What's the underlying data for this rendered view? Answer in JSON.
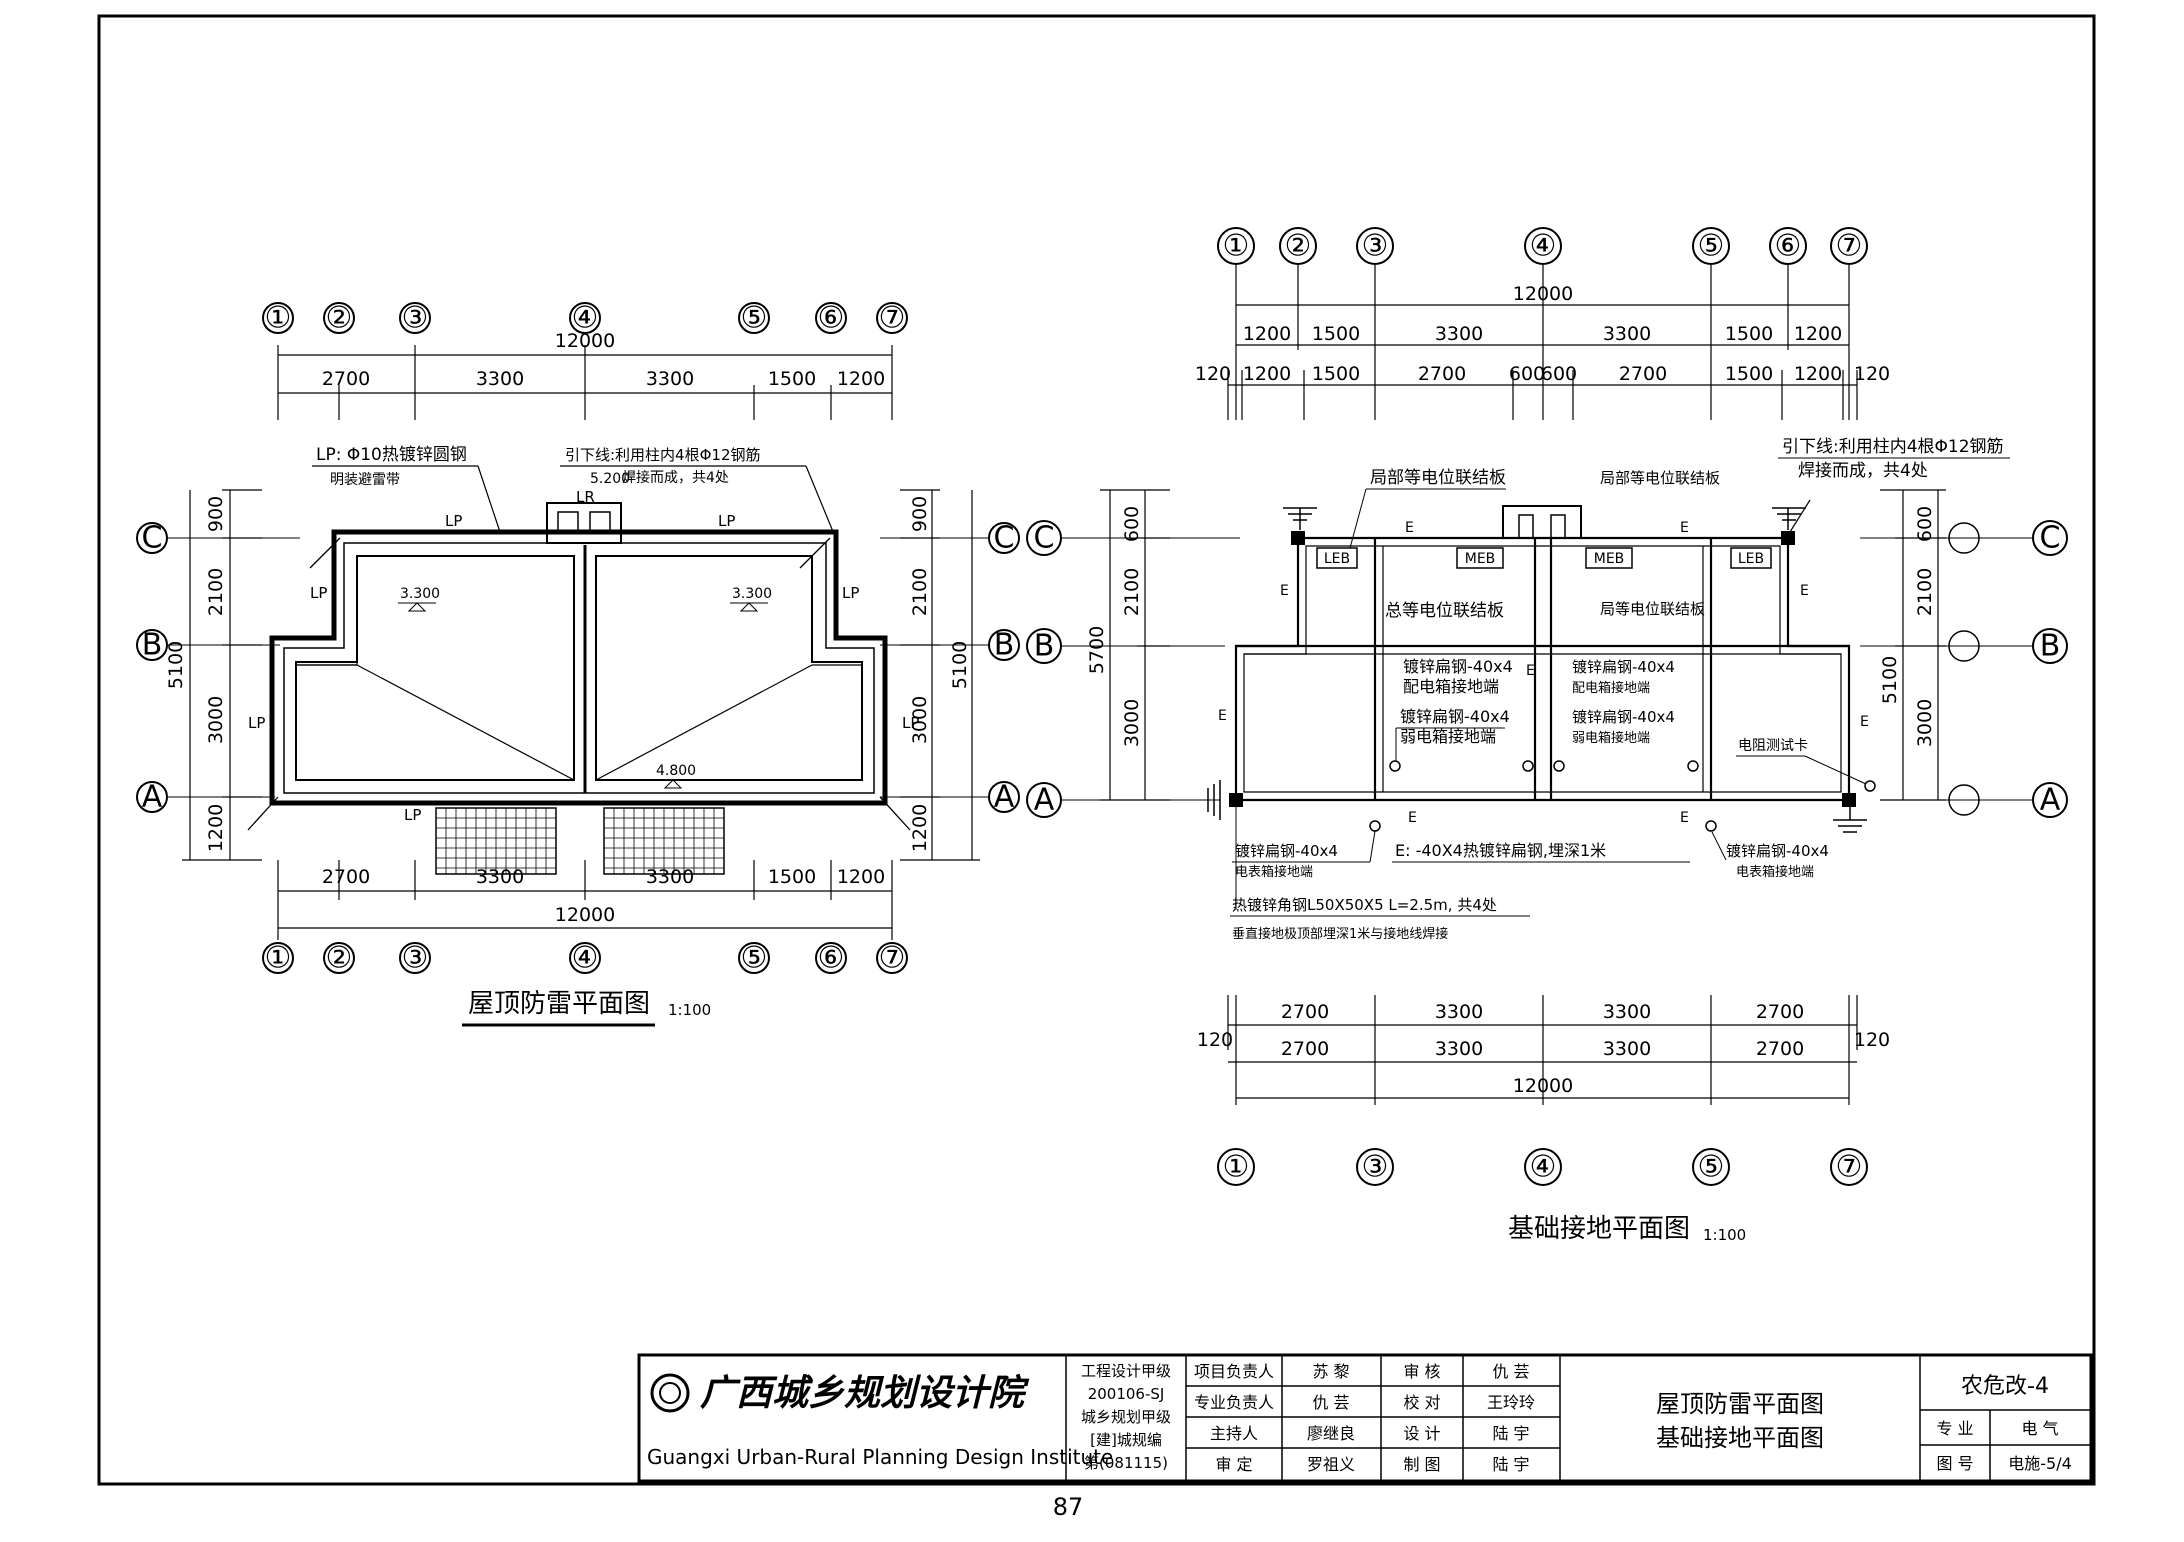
{
  "drawing_1": {
    "title": "屋顶防雷平面图",
    "scale": "1:100",
    "axes_top": [
      "①",
      "②",
      "③",
      "④",
      "⑤",
      "⑥",
      "⑦"
    ],
    "axes_bottom": [
      "①",
      "②",
      "③",
      "④",
      "⑤",
      "⑥",
      "⑦"
    ],
    "axes_rows": [
      "C",
      "B",
      "A"
    ],
    "total_dim": "12000",
    "top_segments": [
      "2700",
      "3300",
      "3300",
      "1500",
      "1200"
    ],
    "bottom_segments": [
      "2700",
      "3300",
      "3300",
      "1500",
      "1200"
    ],
    "left_dims": [
      "900",
      "2100",
      "3000",
      "1200"
    ],
    "left_total": "5100",
    "right_dims": [
      "900",
      "2100",
      "3000",
      "1200"
    ],
    "right_total": "5100",
    "lp_note_1": "LP: Φ10热镀锌圆钢",
    "lp_note_2": "明装避雷带",
    "down_note_1": "引下线:利用柱内4根Φ12钢筋",
    "down_note_2": "焊接而成，共4处",
    "elev_top": "5.200",
    "elev_left": "3.300",
    "elev_right": "3.300",
    "elev_bottom": "4.800",
    "lp": "LP",
    "lr": "LR"
  },
  "drawing_2": {
    "title": "基础接地平面图",
    "scale": "1:100",
    "axes_top": [
      "①",
      "②",
      "③",
      "④",
      "⑤",
      "⑥",
      "⑦"
    ],
    "axes_bottom": [
      "①",
      "③",
      "④",
      "⑤",
      "⑦"
    ],
    "axes_rows": [
      "C",
      "B",
      "A"
    ],
    "total_top": "12000",
    "top_row1": [
      "1200",
      "1500",
      "3300",
      "3300",
      "1500",
      "1200"
    ],
    "top_row2": [
      "120",
      "1200",
      "1500",
      "2700",
      "600",
      "600",
      "2700",
      "1500",
      "1200",
      "120"
    ],
    "bottom_row1": [
      "2700",
      "3300",
      "3300",
      "2700"
    ],
    "bottom_row2": [
      "120",
      "2700",
      "3300",
      "3300",
      "2700",
      "120"
    ],
    "total_bottom": "12000",
    "left_dims": [
      "600",
      "2100",
      "3000"
    ],
    "left_total": "5700",
    "right_dims": [
      "600",
      "2100",
      "3000"
    ],
    "right_total": "5100",
    "down_note_1": "引下线:利用柱内4根Φ12钢筋",
    "down_note_2": "焊接而成，共4处",
    "local_bond_1": "局部等电位联结板",
    "local_bond_2": "局部等电位联结板",
    "total_bond_1": "总等电位联结板",
    "total_bond_2": "局等电位联结板",
    "leb": "LEB",
    "meb": "MEB",
    "e": "E",
    "steel_a1": "镀锌扁钢-40x4",
    "steel_a2": "配电箱接地端",
    "steel_b1": "镀锌扁钢-40x4",
    "steel_b2": "弱电箱接地端",
    "steel_c1": "镀锌扁钢-40x4",
    "steel_c2": "配电箱接地端",
    "steel_d1": "镀锌扁钢-40x4",
    "steel_d2": "弱电箱接地端",
    "test_card": "电阻测试卡",
    "steel_e1": "镀锌扁钢-40x4",
    "steel_e2": "电表箱接地端",
    "steel_f1": "镀锌扁钢-40x4",
    "steel_f2": "电表箱接地端",
    "e_note": "E: -40X4热镀锌扁钢,埋深1米",
    "ground_note_1": "热镀锌角钢L50X50X5  L=2.5m, 共4处",
    "ground_note_2": "垂直接地极顶部埋深1米与接地线焊接"
  },
  "title_block": {
    "institute_cn": "广西城乡规划设计院",
    "institute_en": "Guangxi Urban-Rural Planning Design Institute",
    "cert": [
      "工程设计甲级",
      "200106-SJ",
      "城乡规划甲级",
      "[建]城规编",
      "第(081115)"
    ],
    "roles": [
      "项目负责人",
      "专业负责人",
      "主持人",
      "审 定"
    ],
    "names": [
      "苏  黎",
      "仇  芸",
      "廖继良",
      "罗祖义"
    ],
    "roles2": [
      "审  核",
      "校  对",
      "设  计",
      "制  图"
    ],
    "names2": [
      "仇  芸",
      "王玲玲",
      "陆  宇",
      "陆  宇"
    ],
    "drawing_titles": [
      "屋顶防雷平面图",
      "基础接地平面图"
    ],
    "project": "农危改-4",
    "discipline_label": "专 业",
    "discipline": "电  气",
    "dwg_no_label": "图  号",
    "dwg_no": "电施-5/4"
  },
  "page_number": "87"
}
